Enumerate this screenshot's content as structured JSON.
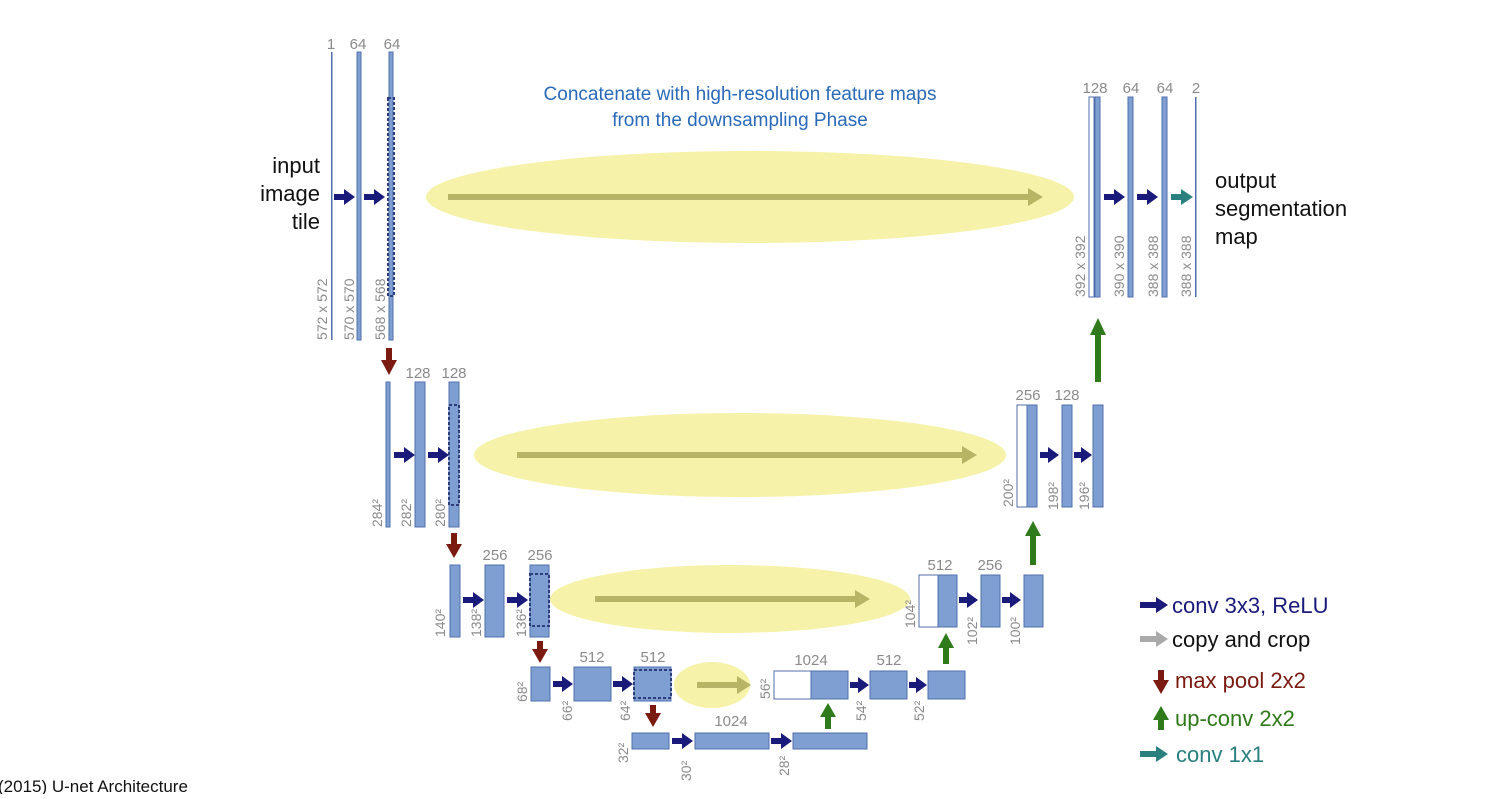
{
  "banner": {
    "line1": "Concatenate with high-resolution feature maps",
    "line2": "from the downsampling Phase"
  },
  "input_label": [
    "input",
    "image",
    "tile"
  ],
  "output_label": [
    "output",
    "segmentation",
    "map"
  ],
  "caption": "(2015) U-net Architecture",
  "channels": {
    "l1_in": "1",
    "l1_a": "64",
    "l1_b": "64",
    "l2_a": "128",
    "l2_b": "128",
    "l3_a": "256",
    "l3_b": "256",
    "l4_a": "512",
    "l4_b": "512",
    "l5": "1024",
    "u4_a": "1024",
    "u4_b": "512",
    "u3_a": "512",
    "u3_b": "256",
    "u2_a": "256",
    "u2_b": "128",
    "u1_a": "128",
    "u1_b": "64",
    "u1_c": "64",
    "u1_d": "2"
  },
  "sizes": {
    "l1_a": "572 x 572",
    "l1_b": "570 x 570",
    "l1_c": "568 x 568",
    "l2_a": "284²",
    "l2_b": "282²",
    "l2_c": "280²",
    "l3_a": "140²",
    "l3_b": "138²",
    "l3_c": "136²",
    "l4_a": "68²",
    "l4_b": "66²",
    "l4_c": "64²",
    "l5_a": "32²",
    "l5_b": "30²",
    "l5_c": "28²",
    "u4_a": "56²",
    "u4_b": "54²",
    "u4_c": "52²",
    "u3_a": "104²",
    "u3_b": "102²",
    "u3_c": "100²",
    "u2_a": "200²",
    "u2_b": "198²",
    "u2_c": "196²",
    "u1_a": "392 x 392",
    "u1_b": "390 x 390",
    "u1_c": "388 x 388",
    "u1_d": "388 x 388"
  },
  "legend": [
    {
      "label": "conv 3x3, ReLU",
      "color": "#1a1a7a",
      "icon": "right-arrow-icon"
    },
    {
      "label": "copy and crop",
      "color": "#aaaaaa",
      "icon": "right-arrow-icon"
    },
    {
      "label": "max pool 2x2",
      "color": "#7a1a10",
      "icon": "down-arrow-icon"
    },
    {
      "label": "up-conv 2x2",
      "color": "#2f7a1a",
      "icon": "up-arrow-icon"
    },
    {
      "label": "conv 1x1",
      "color": "#2a7f7f",
      "icon": "right-arrow-icon"
    }
  ],
  "colors": {
    "feature_map": "#7f9fd2",
    "conv": "#1a1a7a",
    "copy": "#b8b466",
    "pool": "#7a1a10",
    "upconv": "#2f7a1a",
    "conv1x1": "#2a7f7f",
    "highlight": "#f4f09a",
    "banner": "#2a6ab8"
  }
}
